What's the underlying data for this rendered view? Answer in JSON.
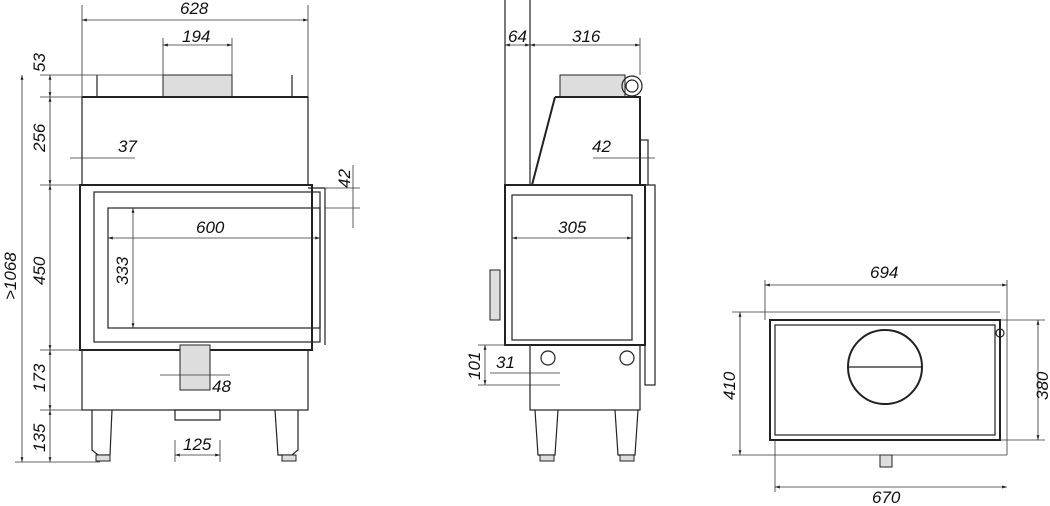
{
  "front_view": {
    "width_total": "628",
    "flue_width": "194",
    "top_offset": "53",
    "upper_height": "256",
    "side_offset": "37",
    "frame_offset": "42",
    "glass_height_outer": "450",
    "glass_width": "600",
    "glass_height": "333",
    "total_height": ">1068",
    "base_height": "173",
    "air_inlet": "48",
    "leg_height": "135",
    "leg_spacing": "125"
  },
  "side_view": {
    "front_depth": "64",
    "depth": "316",
    "rear_offset": "42",
    "glass_depth": "305",
    "inlet_height": "101",
    "inlet_offset": "31"
  },
  "top_view": {
    "width_total": "694",
    "depth_total": "410",
    "depth_body": "380",
    "width_body": "670"
  }
}
